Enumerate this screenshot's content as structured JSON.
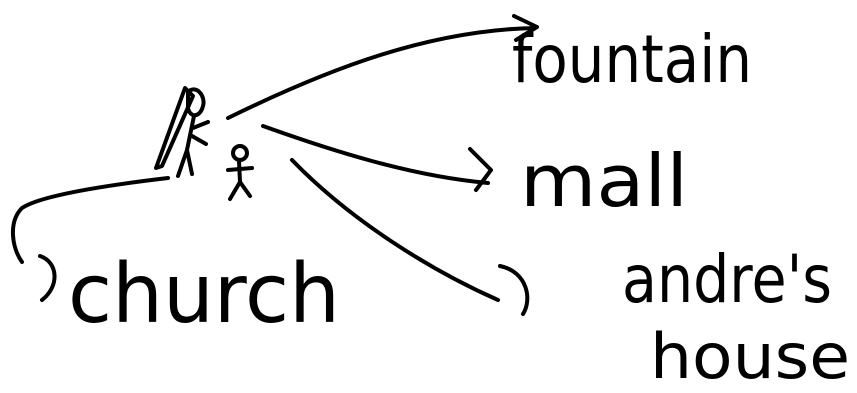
{
  "diagram": {
    "ink_color": "#000000",
    "background_color": "#ffffff",
    "center_figures": [
      "person-with-long-hair",
      "stick-figure"
    ],
    "labels": {
      "fountain": "fountain",
      "mall": "mall",
      "andres_line1": "andre's",
      "andres_line2": "house",
      "church": "church"
    }
  }
}
